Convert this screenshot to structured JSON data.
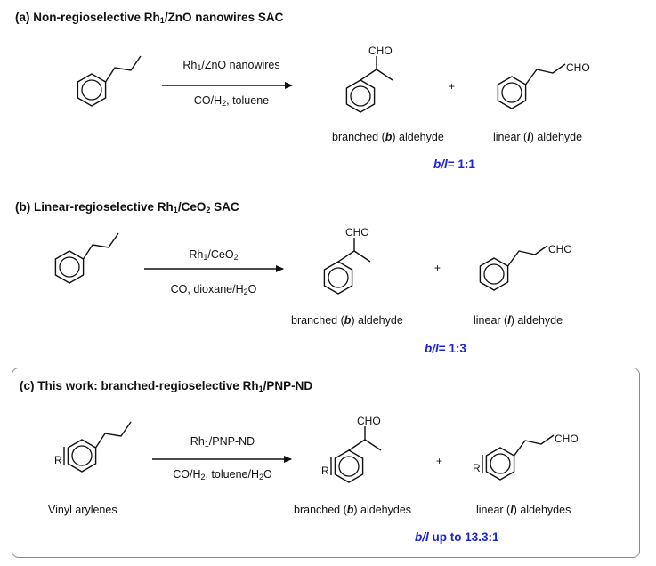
{
  "panel_a": {
    "title": "(a) Non-regioselective Rh",
    "title_sub": "1",
    "title_end": "/ZnO nanowires SAC",
    "cond_top_a": "Rh",
    "cond_top_sub": "1",
    "cond_top_b": "/ZnO nanowires",
    "cond_bot_a": "CO/H",
    "cond_bot_sub": "2",
    "cond_bot_b": ", toluene",
    "branched_a": "branched (",
    "branched_b": "b",
    "branched_c": ") aldehyde",
    "linear_a": "linear (",
    "linear_b": "l",
    "linear_c": ") aldehyde",
    "ratio_a": "b/l",
    "ratio_b": "= 1:1"
  },
  "panel_b": {
    "title": "(b) Linear-regioselective Rh",
    "title_sub": "1",
    "title_mid": "/CeO",
    "title_sub2": "2",
    "title_end": " SAC",
    "cond_top_a": "Rh",
    "cond_top_sub": "1",
    "cond_top_b": "/CeO",
    "cond_top_sub2": "2",
    "cond_bot_a": "CO, dioxane/H",
    "cond_bot_sub": "2",
    "cond_bot_b": "O",
    "branched_a": "branched (",
    "branched_b": "b",
    "branched_c": ") aldehyde",
    "linear_a": "linear (",
    "linear_b": "l",
    "linear_c": ") aldehyde",
    "ratio_a": "b/l",
    "ratio_b": "= 1:3"
  },
  "panel_c": {
    "title": "(c) This work: branched-regioselective Rh",
    "title_sub": "1",
    "title_end": "/PNP-ND",
    "cond_top_a": "Rh",
    "cond_top_sub": "1",
    "cond_top_b": "/PNP-ND",
    "cond_bot_a": "CO/H",
    "cond_bot_sub": "2",
    "cond_bot_b": ", toluene/H",
    "cond_bot_sub2": "2",
    "cond_bot_c": "O",
    "substrate": "Vinyl arylenes",
    "branched_a": "branched (",
    "branched_b": "b",
    "branched_c": ") aldehydes",
    "linear_a": "linear (",
    "linear_b": "l",
    "linear_c": ") aldehydes",
    "ratio_a": "b/l",
    "ratio_b": " up to 13.3:1"
  },
  "atoms": {
    "cho": "CHO",
    "plus": "+",
    "r_group": "R"
  }
}
